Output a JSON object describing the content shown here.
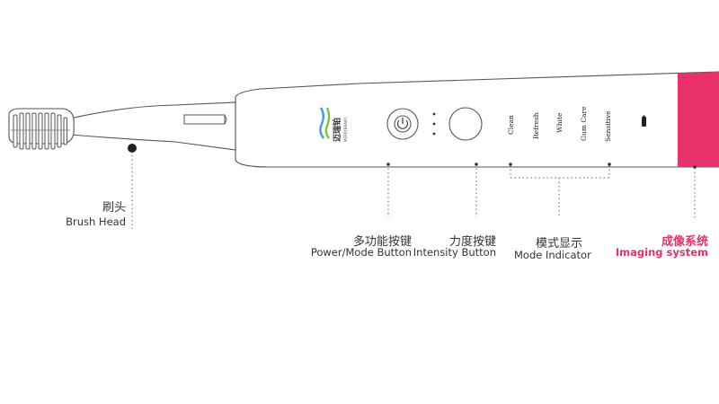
{
  "colors": {
    "accent": "#e8306a",
    "outline": "#555555",
    "leader": "#666666"
  },
  "brand": {
    "logo_zh": "迈瑞铂",
    "logo_en": "MERRYBRAVO"
  },
  "mode_indicator_items": [
    "Clean",
    "Refresh",
    "White",
    "Gum Care",
    "Sensitive"
  ],
  "labels": {
    "brush_head": {
      "zh": "刷头",
      "en": "Brush Head"
    },
    "power_button": {
      "zh": "多功能按键",
      "en": "Power/Mode Button"
    },
    "intensity_button": {
      "zh": "力度按键",
      "en": "Intensity Button"
    },
    "mode_indicator": {
      "zh": "模式显示",
      "en": "Mode Indicator"
    },
    "imaging_system": {
      "zh": "成像系统",
      "en": "Imaging system"
    }
  }
}
